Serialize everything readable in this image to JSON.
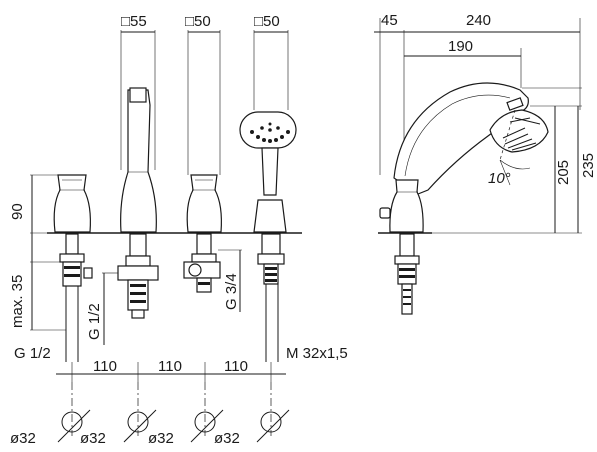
{
  "dimensions": {
    "sq_spout": "□55",
    "sq_valve": "□50",
    "sq_shower": "□50",
    "h_45": "45",
    "h_240": "240",
    "h_190": "190",
    "v_235": "235",
    "v_205": "205",
    "angle": "10°",
    "v_90": "90",
    "v_max35": "max. 35",
    "thread_g12_vertical": "G 1/2",
    "thread_g34": "G 3/4",
    "thread_g12_horizontal": "G 1/2",
    "spacing_1": "110",
    "spacing_2": "110",
    "spacing_3": "110",
    "thread_m32": "M 32x1,5",
    "hole_1": "ø32",
    "hole_2": "ø32",
    "hole_3": "ø32",
    "hole_4": "ø32"
  }
}
